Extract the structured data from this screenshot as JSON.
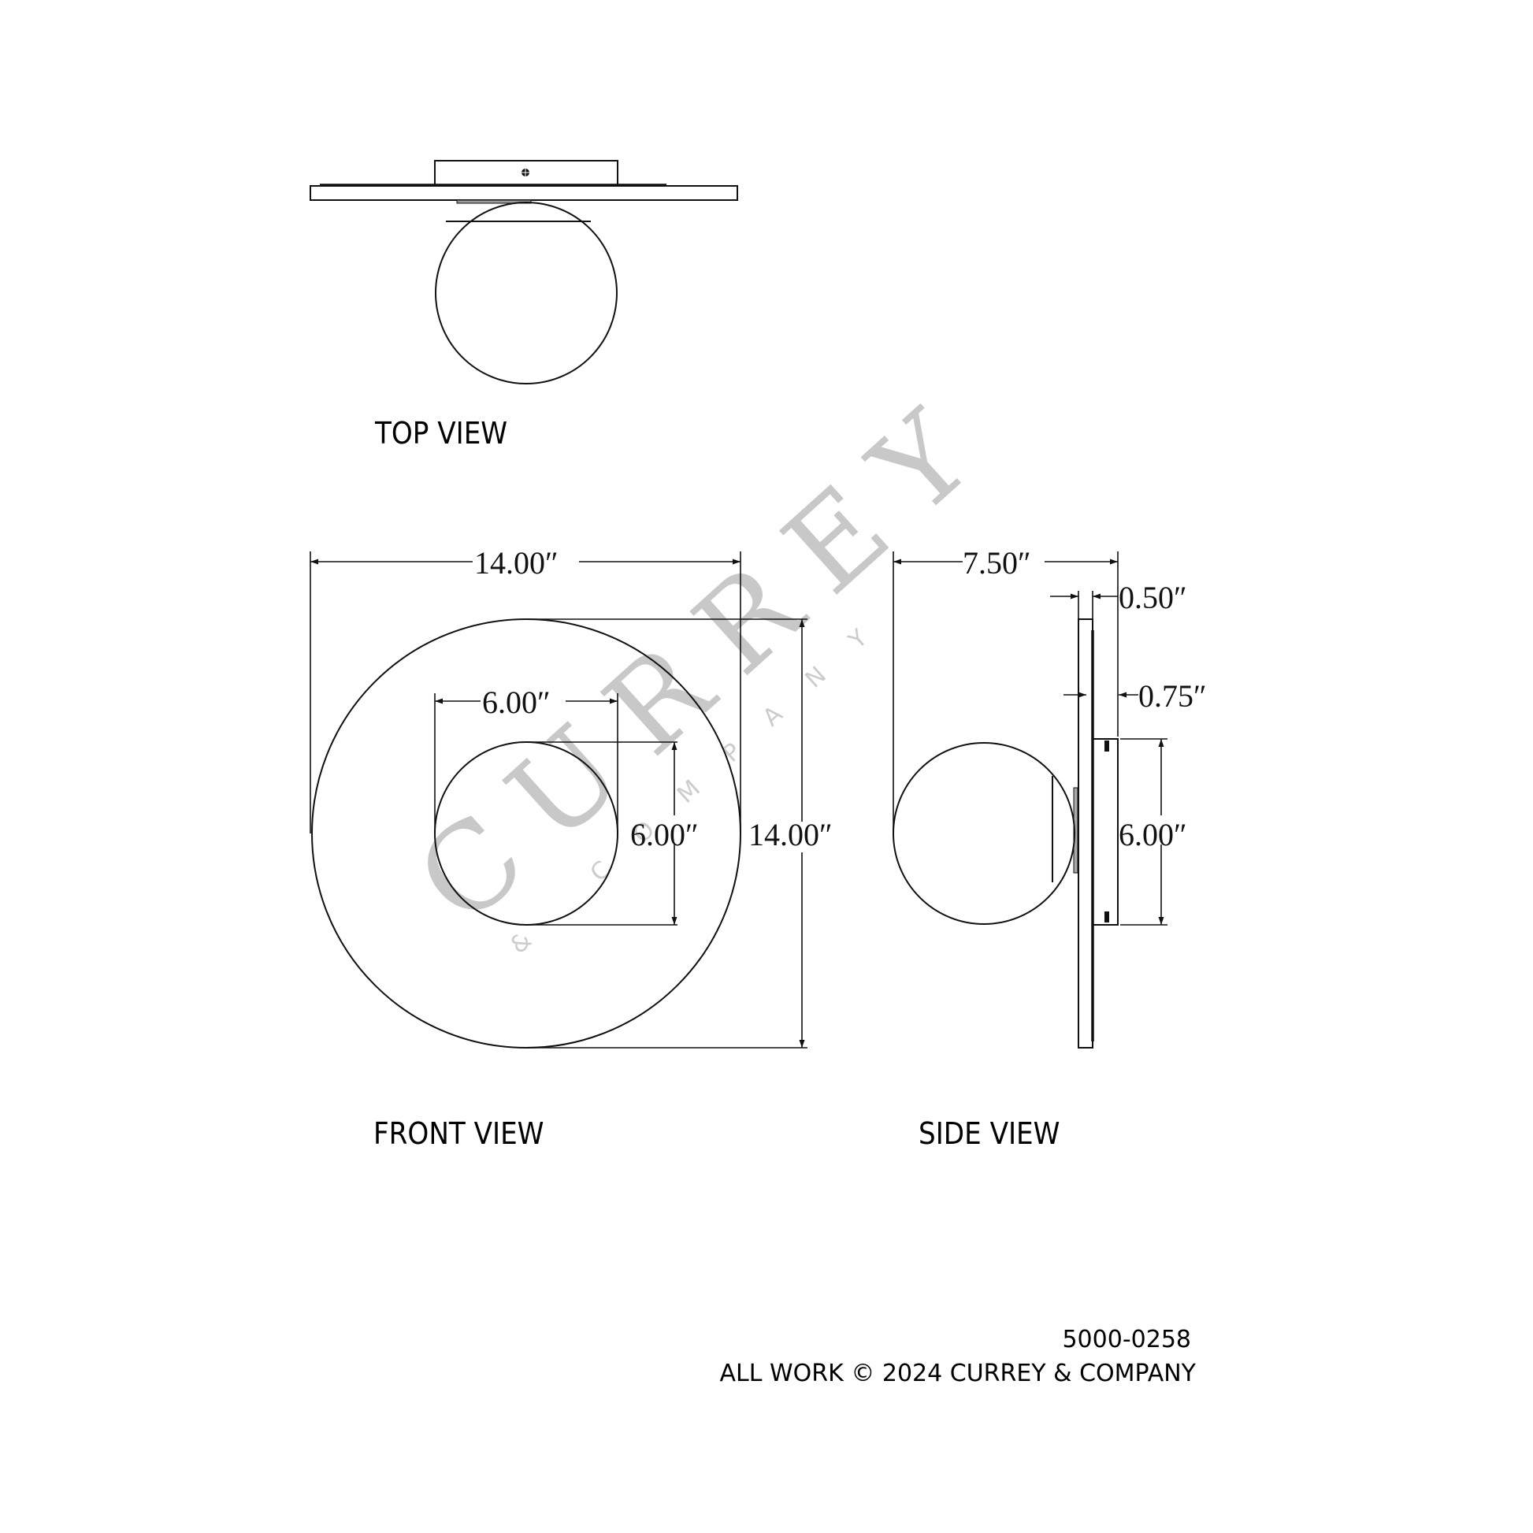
{
  "document": {
    "type": "dimension drawing",
    "views": {
      "top": {
        "label": "TOP VIEW"
      },
      "front": {
        "label": "FRONT VIEW",
        "dimensions": {
          "overall_width": "14.00″",
          "overall_height": "14.00″",
          "globe_width": "6.00″",
          "globe_height": "6.00″"
        }
      },
      "side": {
        "label": "SIDE VIEW",
        "dimensions": {
          "overall_depth": "7.50″",
          "backplate_depth": "0.50″",
          "canopy_depth": "0.75″",
          "mount_height": "6.00″"
        }
      }
    },
    "watermark": {
      "main": "CURREY",
      "sub": "& COMPANY"
    },
    "footer": {
      "part_number": "5000-0258",
      "copyright": "ALL WORK © 2024 CURREY & COMPANY"
    }
  }
}
